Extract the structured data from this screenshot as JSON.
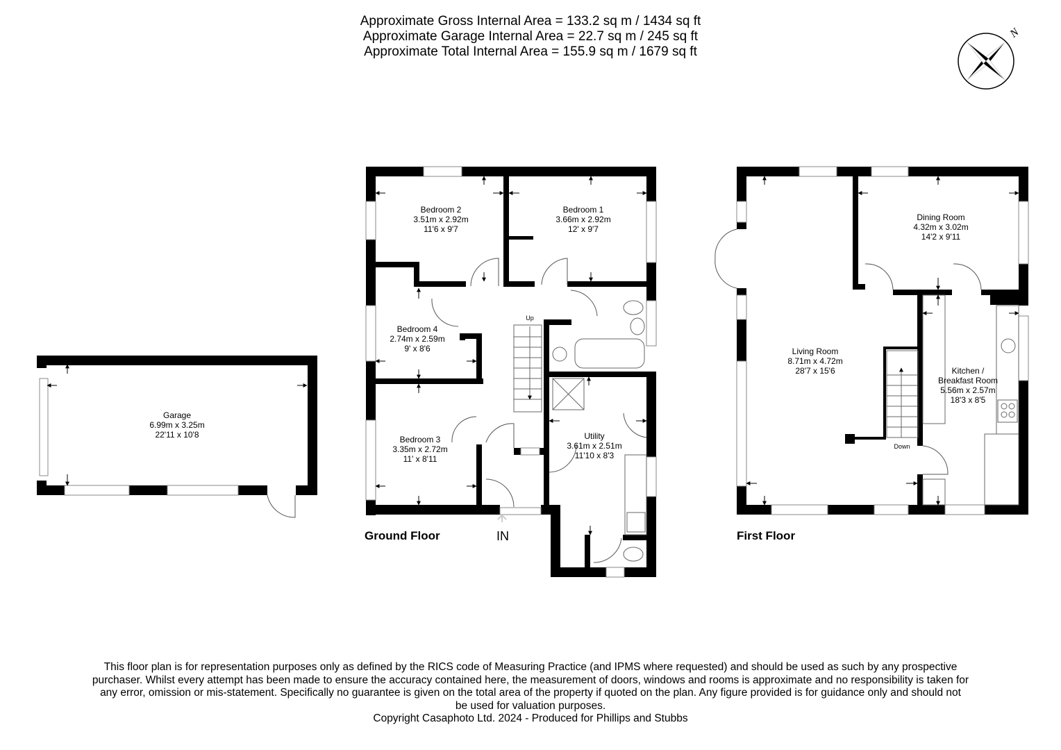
{
  "header": {
    "areas": [
      "Approximate Gross Internal Area = 133.2 sq m / 1434 sq ft",
      "Approximate Garage Internal Area = 22.7 sq m / 245 sq ft",
      "Approximate Total Internal Area = 155.9 sq m / 1679 sq ft"
    ]
  },
  "compass": {
    "north_label": "N"
  },
  "garage": {
    "name": "Garage",
    "metric": "6.99m x 3.25m",
    "imperial": "22'11 x 10'8"
  },
  "ground_floor": {
    "label": "Ground Floor",
    "entrance_label": "IN",
    "stairs_label": "Up",
    "rooms": [
      {
        "name": "Bedroom 2",
        "metric": "3.51m x 2.92m",
        "imperial": "11'6 x 9'7"
      },
      {
        "name": "Bedroom 1",
        "metric": "3.66m x 2.92m",
        "imperial": "12' x 9'7"
      },
      {
        "name": "Bedroom 4",
        "metric": "2.74m x 2.59m",
        "imperial": "9' x 8'6"
      },
      {
        "name": "Bedroom 3",
        "metric": "3.35m x 2.72m",
        "imperial": "11' x 8'11"
      },
      {
        "name": "Utility",
        "metric": "3.61m x 2.51m",
        "imperial": "11'10 x 8'3"
      }
    ]
  },
  "first_floor": {
    "label": "First Floor",
    "stairs_label": "Down",
    "rooms": [
      {
        "name": "Living Room",
        "metric": "8.71m x 4.72m",
        "imperial": "28'7 x 15'6"
      },
      {
        "name": "Dining Room",
        "metric": "4.32m x 3.02m",
        "imperial": "14'2 x 9'11"
      },
      {
        "name": "Kitchen /",
        "name2": "Breakfast Room",
        "metric": "5.56m x 2.57m",
        "imperial": "18'3 x 8'5"
      }
    ]
  },
  "footer": {
    "disclaimer_lines": [
      "This floor plan is for representation purposes only as defined by the RICS code of Measuring Practice (and IPMS where requested) and should be used as such by any prospective",
      "purchaser. Whilst every attempt has been made to ensure the accuracy contained here, the measurement of doors, windows and rooms is approximate and no responsibility is taken for",
      "any error, omission or mis-statement. Specifically no guarantee is given on the total area of the property if quoted on the plan. Any figure provided is for guidance only and should not",
      "be used for valuation purposes."
    ],
    "copyright": "Copyright Casaphoto Ltd. 2024 - Produced for Phillips and Stubbs"
  }
}
